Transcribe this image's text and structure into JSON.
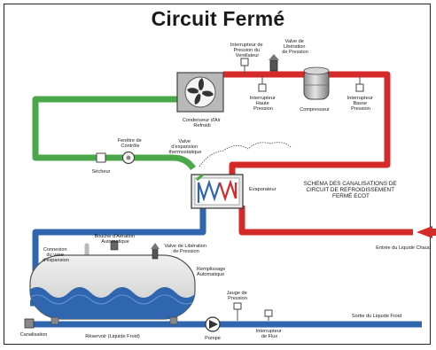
{
  "title": "Circuit Fermé",
  "labels": {
    "fan_pressure_switch": [
      "Interrupteur de",
      "Pression du",
      "Ventilateur"
    ],
    "pressure_relief_valve_top": [
      "Valve de",
      "Libération",
      "de Pression"
    ],
    "high_pressure_switch": [
      "Interrupteur",
      "Haute",
      "Pression"
    ],
    "compressor": [
      "Compresseur"
    ],
    "low_pressure_switch": [
      "Interrupteur",
      "Basse",
      "Pression"
    ],
    "condenser": [
      "Condenseur d'Air",
      "Refroidi"
    ],
    "expansion_valve": [
      "Valve",
      "d'expansion",
      "thermostatique"
    ],
    "sight_glass": [
      "Fenêtre de",
      "Contrôle"
    ],
    "dryer": [
      "Sécheur"
    ],
    "evaporator": [
      "Évaporateur"
    ],
    "schematic": [
      "SCHEMA DES CANALISATIONS DE",
      "CIRCUIT DE REFROIDISSEMENT",
      "FERMÉ ECOT"
    ],
    "vent_cap": [
      "Bouche d'Aération",
      "Automatique"
    ],
    "expansion_connection": [
      "Connexion",
      "du vase",
      "d'expansion"
    ],
    "pressure_relief_valve_tank": [
      "Valve de Libération",
      "de Pression"
    ],
    "auto_fill": [
      "Remplissage",
      "Automatique"
    ],
    "hot_liquid_inlet": [
      "Entrée du Liquide Chaud"
    ],
    "pressure_gauge": [
      "Jauge de",
      "Pression"
    ],
    "cold_liquid_outlet": [
      "Sortie du Liquide Froid"
    ],
    "drain": [
      "Canalisation"
    ],
    "reservoir": [
      "Réservoir (Liquide Froid)"
    ],
    "pump": [
      "Pompe"
    ],
    "flow_switch": [
      "Interrupteur",
      "de Flux"
    ]
  },
  "colors": {
    "red_line": "#d42a2a",
    "green_line": "#4aa84a",
    "blue_line": "#2f66ae",
    "tank_water": "#2f66ae",
    "tank_shell": "#dcdcdc",
    "component_gray": "#9a9a9a"
  }
}
